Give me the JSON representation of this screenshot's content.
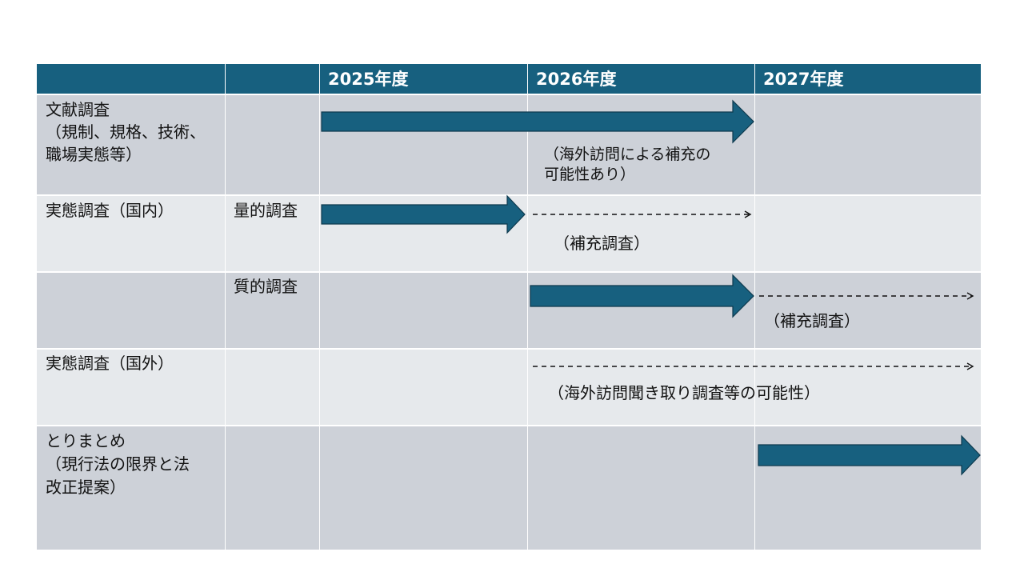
{
  "header": {
    "col_year_1": "2025年度",
    "col_year_2": "2026年度",
    "col_year_3": "2027年度"
  },
  "rows": {
    "literature": {
      "label_line1": "文献調査",
      "label_line2": "（規制、規格、技術、",
      "label_line3": "職場実態等）",
      "note_line1": "（海外訪問による補充の",
      "note_line2": "可能性あり）"
    },
    "domestic_quant": {
      "label": "実態調査（国内）",
      "sub_label": "量的調査",
      "note": "（補充調査）"
    },
    "domestic_qual": {
      "sub_label": "質的調査",
      "note": "（補充調査）"
    },
    "overseas": {
      "label": "実態調査（国外）",
      "note": "（海外訪問聞き取り調査等の可能性）"
    },
    "summary": {
      "label_line1": "とりまとめ",
      "label_line2": "（現行法の限界と法",
      "label_line3": "改正提案）"
    }
  },
  "colors": {
    "header": "#17607f",
    "arrow_fill": "#17607f",
    "arrow_stroke": "#0e3a4e",
    "band_dark": "#cdd1d8",
    "band_light": "#e6e9ec"
  }
}
